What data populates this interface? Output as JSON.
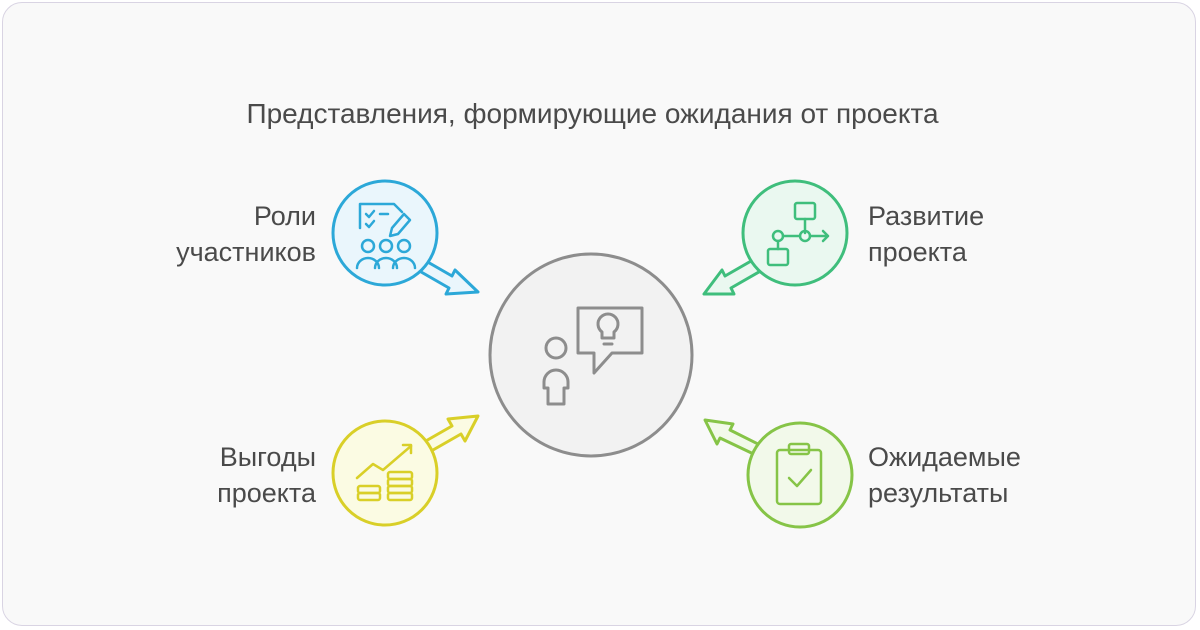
{
  "title": "Представления, формирующие ожидания от проекта",
  "center": {
    "icon": "person-idea-icon"
  },
  "items": [
    {
      "key": "roles",
      "line1": "Роли",
      "line2": "участников",
      "color": "#2ca8d8",
      "fill": "#eaf6fc",
      "icon": "team-checklist-icon"
    },
    {
      "key": "dev",
      "line1": "Развитие",
      "line2": "проекта",
      "color": "#3fbe7c",
      "fill": "#eaf8f0",
      "icon": "flowchart-icon"
    },
    {
      "key": "benefits",
      "line1": "Выгоды",
      "line2": "проекта",
      "color": "#d9cf28",
      "fill": "#fbfbe3",
      "icon": "growth-coins-icon"
    },
    {
      "key": "results",
      "line1": "Ожидаемые",
      "line2": "результаты",
      "color": "#86c447",
      "fill": "#f2f9ea",
      "icon": "clipboard-check-icon"
    }
  ]
}
